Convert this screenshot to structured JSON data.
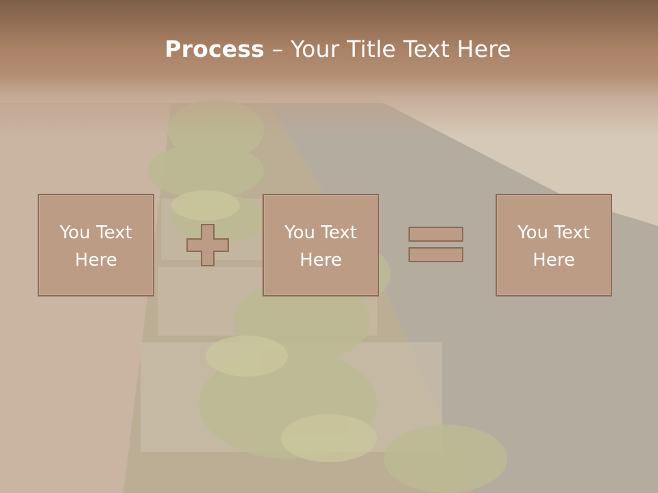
{
  "slide": {
    "title_bold": "Process",
    "title_rest": " – Your Title Text Here"
  },
  "boxes": [
    {
      "line1": "You Text",
      "line2": "Here"
    },
    {
      "line1": "You Text",
      "line2": "Here"
    },
    {
      "line1": "You Text",
      "line2": "Here"
    }
  ],
  "operators": {
    "first": "plus-icon",
    "second": "equals-icon"
  },
  "colors": {
    "header": "#7c5e47",
    "box_fill": "#bd9c85",
    "box_border": "#8a6a56",
    "text": "#ffffff"
  }
}
